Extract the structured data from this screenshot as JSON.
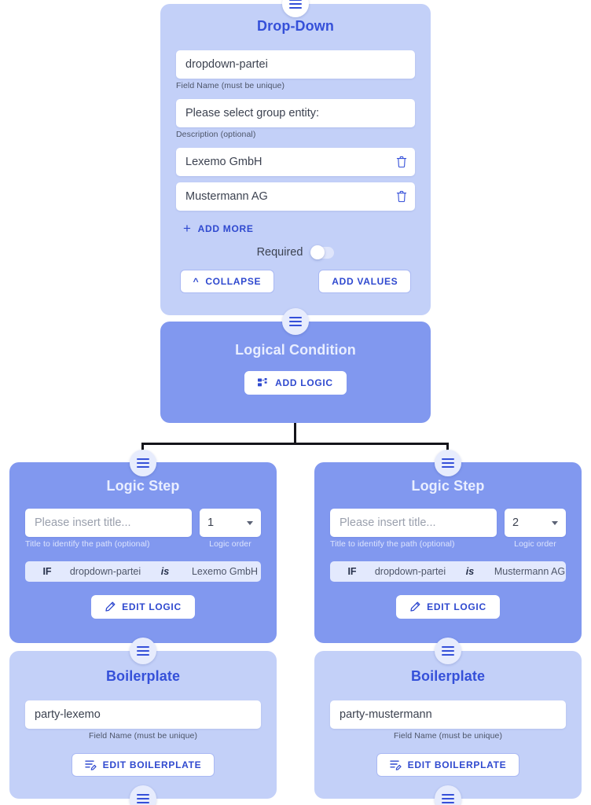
{
  "theme": {
    "card_light": "#c3d0f8",
    "card_dark": "#8198ef",
    "accent": "#2f49cf",
    "title_light": "#3550d9",
    "title_dark": "#e9eeff",
    "connector": "#14141a",
    "condition_bg": "#e3e9fd"
  },
  "dropdown_node": {
    "title": "Drop-Down",
    "field_name": {
      "value": "dropdown-partei",
      "helper": "Field Name (must be unique)"
    },
    "description": {
      "value": "Please select group entity:",
      "helper": "Description (optional)"
    },
    "options": [
      {
        "value": "Lexemo GmbH",
        "delete_icon": "trash-icon"
      },
      {
        "value": "Mustermann AG",
        "delete_icon": "trash-icon"
      }
    ],
    "add_more_label": "ADD MORE",
    "add_more_icon": "plus-icon",
    "required_label": "Required",
    "required_on": false,
    "collapse_label": "COLLAPSE",
    "collapse_icon": "chevron-up-icon",
    "add_values_label": "ADD VALUES",
    "handle_icon": "drag-handle-icon"
  },
  "logical_condition_node": {
    "title": "Logical Condition",
    "add_logic_label": "ADD LOGIC",
    "add_logic_icon": "sitemap-icon",
    "handle_icon": "drag-handle-icon"
  },
  "logic_steps": [
    {
      "title": "Logic Step",
      "title_input": {
        "placeholder": "Please insert title...",
        "helper": "Title to identify the path (optional)"
      },
      "order": {
        "value": "1",
        "helper": "Logic order"
      },
      "condition": {
        "if": "IF",
        "field": "dropdown-partei",
        "operator": "is",
        "value": "Lexemo GmbH"
      },
      "edit_label": "EDIT LOGIC",
      "edit_icon": "pencil-icon",
      "handle_icon": "drag-handle-icon"
    },
    {
      "title": "Logic Step",
      "title_input": {
        "placeholder": "Please insert title...",
        "helper": "Title to identify the path (optional)"
      },
      "order": {
        "value": "2",
        "helper": "Logic order"
      },
      "condition": {
        "if": "IF",
        "field": "dropdown-partei",
        "operator": "is",
        "value": "Mustermann AG"
      },
      "edit_label": "EDIT LOGIC",
      "edit_icon": "pencil-icon",
      "handle_icon": "drag-handle-icon"
    }
  ],
  "boilerplates": [
    {
      "title": "Boilerplate",
      "field_name": {
        "value": "party-lexemo",
        "helper": "Field Name (must be unique)"
      },
      "edit_label": "EDIT BOILERPLATE",
      "edit_icon": "edit-list-icon",
      "handle_icon": "drag-handle-icon"
    },
    {
      "title": "Boilerplate",
      "field_name": {
        "value": "party-mustermann",
        "helper": "Field Name (must be unique)"
      },
      "edit_label": "EDIT BOILERPLATE",
      "edit_icon": "edit-list-icon",
      "handle_icon": "drag-handle-icon"
    }
  ]
}
